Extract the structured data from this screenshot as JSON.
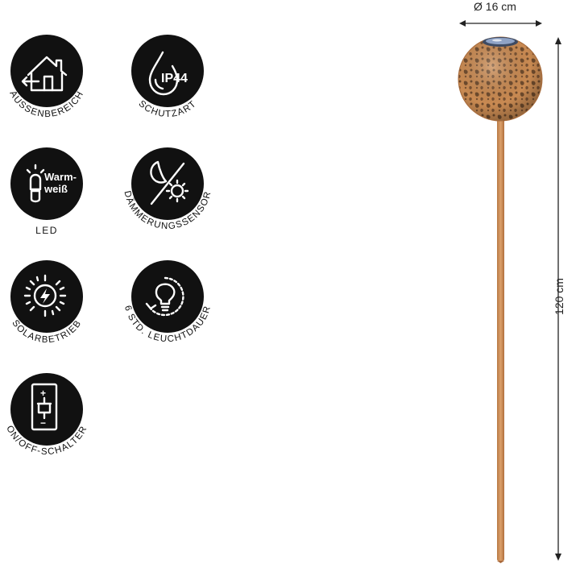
{
  "features": [
    {
      "id": "outdoor",
      "label": "AUSSENBEREICH",
      "icon": "house-exit-icon"
    },
    {
      "id": "protection",
      "label": "SCHUTZART",
      "icon": "water-drop-icon",
      "badge_text": "IP44"
    },
    {
      "id": "led",
      "label": "LED",
      "icon": "bulb-icon",
      "badge_text_1": "Warm-",
      "badge_text_2": "weiß"
    },
    {
      "id": "dusk-sensor",
      "label": "DÄMMERUNGSSENSOR",
      "icon": "moon-sun-icon"
    },
    {
      "id": "solar",
      "label": "SOLARBETRIEB",
      "icon": "solar-bolt-icon"
    },
    {
      "id": "duration",
      "label": "6 STD. LEUCHTDAUER",
      "icon": "bulb-timer-icon"
    },
    {
      "id": "switch",
      "label": "ON/OFF-SCHALTER",
      "icon": "battery-switch-icon",
      "plus": "+",
      "minus": "−"
    }
  ],
  "dimensions": {
    "diameter": "Ø 16 cm",
    "height": "120 cm"
  },
  "colors": {
    "badge": "#111111",
    "rust": "#c98a52",
    "stake": "#cf8d55"
  }
}
